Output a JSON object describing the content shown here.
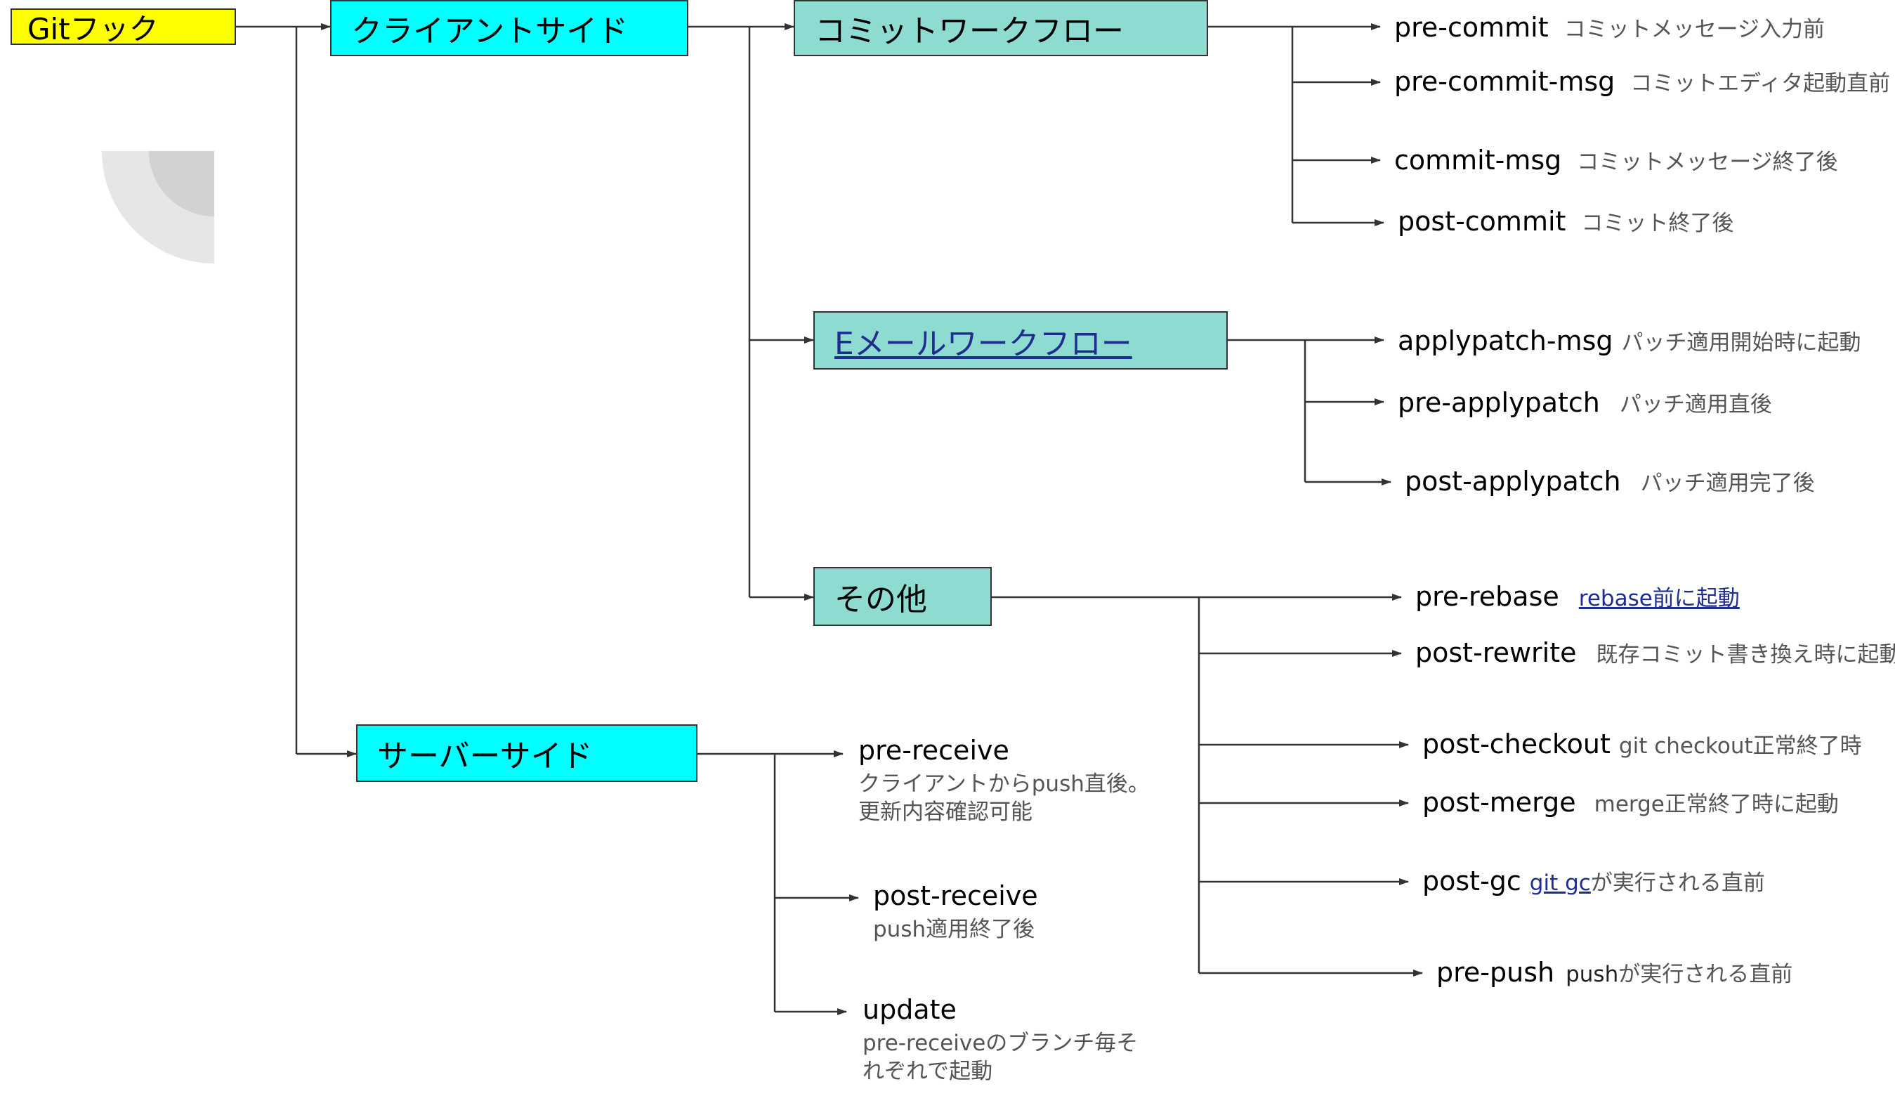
{
  "root": {
    "label": "Gitフック"
  },
  "client": {
    "label": "クライアントサイド",
    "commit_flow": {
      "label": "コミットワークフロー",
      "hooks": [
        {
          "name": "pre-commit",
          "desc": "コミットメッセージ入力前"
        },
        {
          "name": "pre-commit-msg",
          "desc": "コミットエディタ起動直前"
        },
        {
          "name": "commit-msg",
          "desc": "コミットメッセージ終了後"
        },
        {
          "name": "post-commit",
          "desc": "コミット終了後"
        }
      ]
    },
    "email_flow": {
      "label": "Eメールワークフロー",
      "hooks": [
        {
          "name": "applypatch-msg",
          "desc": "パッチ適用開始時に起動"
        },
        {
          "name": "pre-applypatch",
          "desc": "パッチ適用直後"
        },
        {
          "name": "post-applypatch",
          "desc": "パッチ適用完了後"
        }
      ]
    },
    "other": {
      "label": "その他",
      "hooks": [
        {
          "name": "pre-rebase",
          "desc": "rebase前に起動"
        },
        {
          "name": "post-rewrite",
          "desc": "既存コミット書き換え時に起動"
        },
        {
          "name": "post-checkout",
          "desc": "git checkout正常終了時"
        },
        {
          "name": "post-merge",
          "desc": "merge正常終了時に起動"
        },
        {
          "name": "post-gc",
          "desc_link": "git gc",
          "desc_rest": "が実行される直前"
        },
        {
          "name": "pre-push",
          "desc_dark": "push",
          "desc_rest": "が実行される直前"
        }
      ]
    }
  },
  "server": {
    "label": "サーバーサイド",
    "hooks": [
      {
        "name": "pre-receive",
        "desc_line1": "クライアントからpush直後。",
        "desc_line2": "更新内容確認可能"
      },
      {
        "name": "post-receive",
        "desc_line1": "push適用終了後"
      },
      {
        "name": "update",
        "desc_line1": "pre-receiveのブランチ毎そ",
        "desc_line2": "れぞれで起動"
      }
    ]
  },
  "colors": {
    "root": "#ffff00",
    "side": "#00ffff",
    "flow": "#8edbd2",
    "link": "#1f2d8f"
  }
}
